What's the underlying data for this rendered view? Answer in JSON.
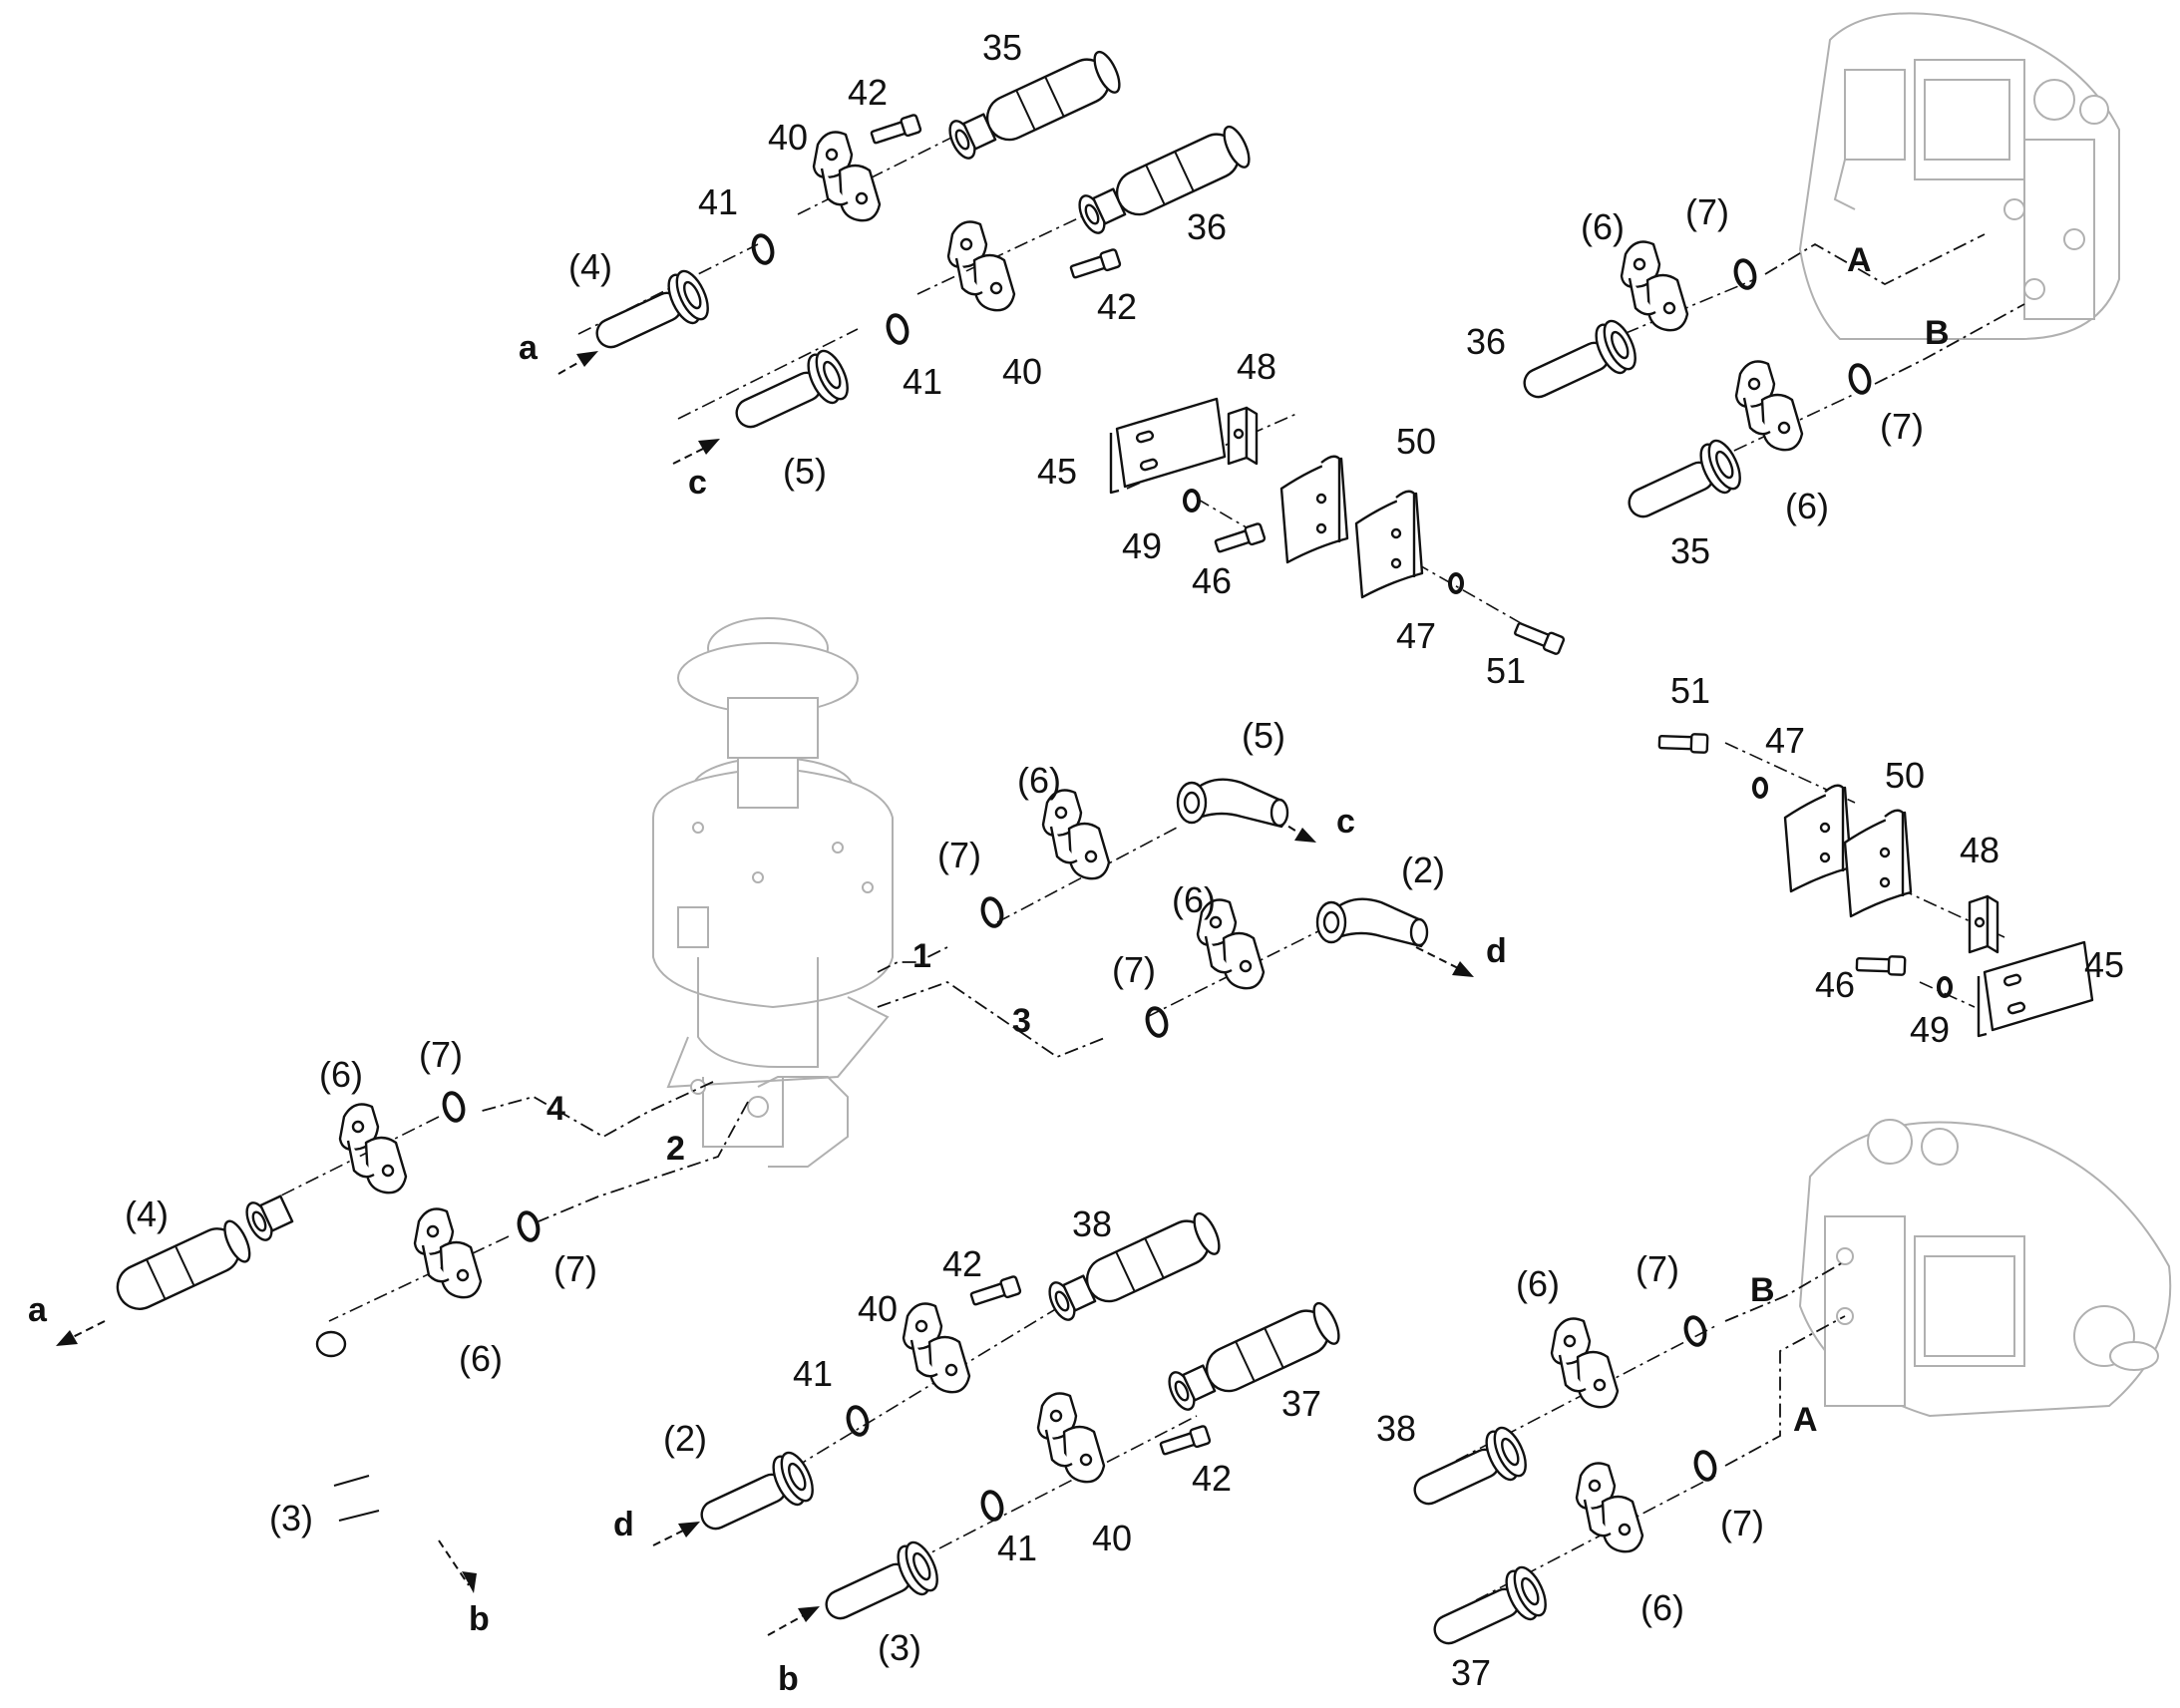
{
  "labels": {
    "l35a": "35",
    "l42a": "42",
    "l40a": "40",
    "l41a": "41",
    "l4a": "(4)",
    "la1": "a",
    "l36a": "36",
    "l42b": "42",
    "l41b": "41",
    "l40b": "40",
    "l5a": "(5)",
    "lc1": "c",
    "l6a": "(6)",
    "l7a": "(7)",
    "lA1": "A",
    "l36b": "36",
    "lB1": "B",
    "l7b": "(7)",
    "l6b": "(6)",
    "l35b": "35",
    "l48a": "48",
    "l50a": "50",
    "l45a": "45",
    "l49a": "49",
    "l46a": "46",
    "l47a": "47",
    "l51a": "51",
    "l51b": "51",
    "l47b": "47",
    "l50b": "50",
    "l48b": "48",
    "l46b": "46",
    "l45b": "45",
    "l49b": "49",
    "l6c": "(6)",
    "l5b": "(5)",
    "l7c": "(7)",
    "lc2": "c",
    "l2a": "(2)",
    "l6d": "(6)",
    "l7d": "(7)",
    "ld1": "d",
    "n1": "1",
    "n3": "3",
    "l6e": "(6)",
    "l7e": "(7)",
    "n4": "4",
    "n2": "2",
    "l4b": "(4)",
    "l7f": "(7)",
    "la2": "a",
    "l6f": "(6)",
    "l3a": "(3)",
    "lb1": "b",
    "l38a": "38",
    "l42c": "42",
    "l40c": "40",
    "l41c": "41",
    "l2b": "(2)",
    "ld2": "d",
    "l37a": "37",
    "l42d": "42",
    "l41d": "41",
    "l40d": "40",
    "l3b": "(3)",
    "lb2": "b",
    "l6g": "(6)",
    "l7g": "(7)",
    "lB2": "B",
    "l38b": "38",
    "lA2": "A",
    "l7h": "(7)",
    "l6h": "(6)",
    "l37b": "37"
  }
}
